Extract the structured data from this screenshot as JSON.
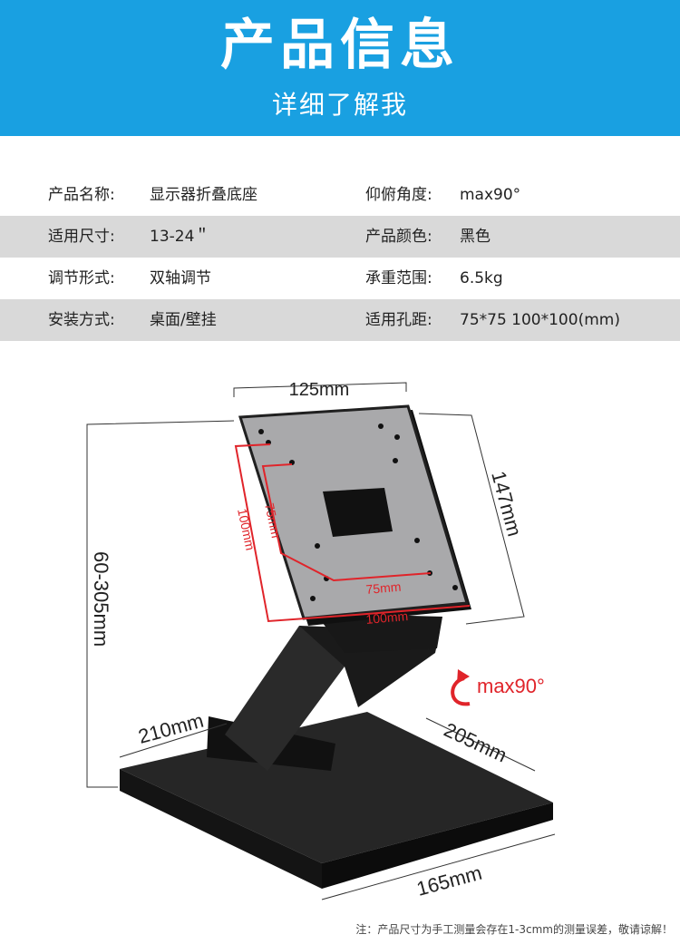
{
  "header": {
    "title": "产品信息",
    "subtitle": "详细了解我"
  },
  "specs": [
    {
      "k1": "产品名称:",
      "v1": "显示器折叠底座",
      "k2": "仰俯角度:",
      "v2": "max90°"
    },
    {
      "k1": "适用尺寸:",
      "v1": "13-24＂",
      "k2": "产品颜色:",
      "v2": "黑色"
    },
    {
      "k1": "调节形式:",
      "v1": "双轴调节",
      "k2": "承重范围:",
      "v2": "6.5kg"
    },
    {
      "k1": "安装方式:",
      "v1": "桌面/壁挂",
      "k2": "适用孔距:",
      "v2": "75*75 100*100(mm)"
    }
  ],
  "dimensions": {
    "plate_width": "125mm",
    "plate_height": "147mm",
    "height_range": "60-305mm",
    "base_depth": "210mm",
    "base_side": "205mm",
    "base_front": "165mm",
    "vesa_75_h": "75mm",
    "vesa_100_h": "100mm",
    "vesa_75_v": "75mm",
    "vesa_100_v": "100mm",
    "tilt": "max90°"
  },
  "colors": {
    "header_bg": "#19a0e1",
    "row_shade": "#d9d9d9",
    "vesa_red": "#e0242a",
    "stand_dark": "#1f1f1f",
    "plate_gray": "#a9a9ab"
  },
  "footnote": "注：产品尺寸为手工测量会存在1-3cmm的测量误差，敬请谅解！"
}
